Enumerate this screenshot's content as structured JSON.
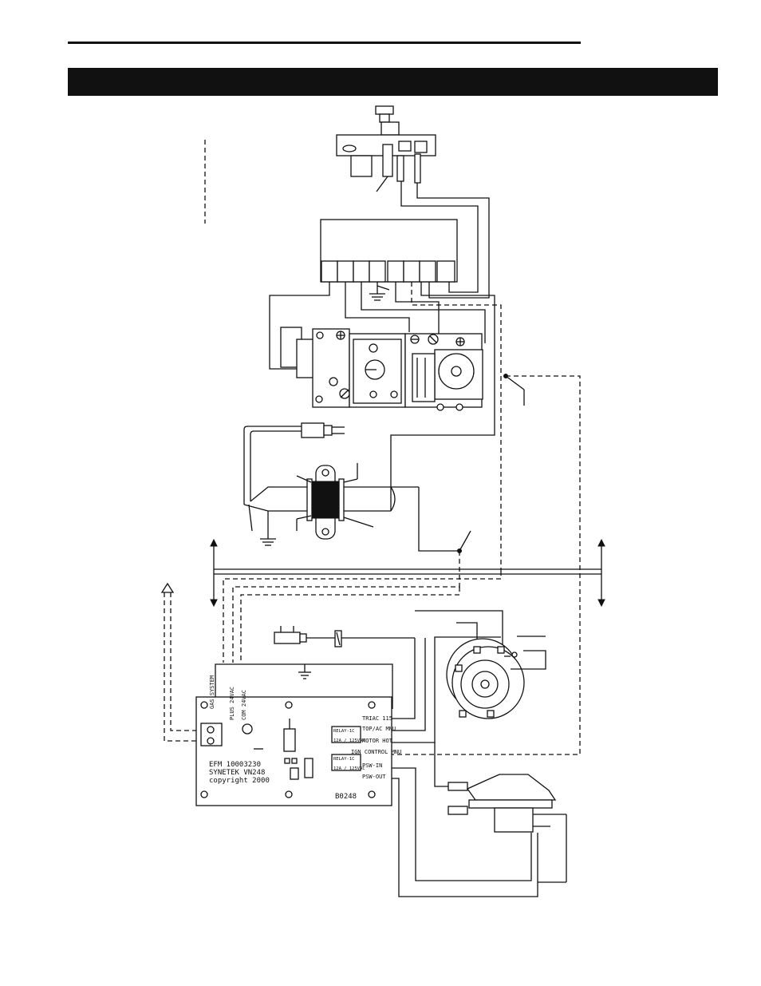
{
  "header": {
    "title": ""
  },
  "board": {
    "part_number": "EFM 10003230",
    "model": "SYNETEK VN248",
    "copyright": "copyright 2000",
    "code": "B0248",
    "relay1_label": "RELAY-1C",
    "relay1_rating": "12A / 125VAC",
    "relay2_label": "RELAY-1C",
    "relay2_rating": "12A / 125VAC",
    "terminals": [
      "TRIAC 115",
      "TOP/AC MNU",
      "MOTOR HOT",
      "IGN CONTROL MNU",
      "PSW-IN",
      "PSW-OUT"
    ],
    "top_left_labels": [
      "GAS SYSTEM",
      "PLUS 24VAC",
      "COM 24VAC"
    ]
  },
  "colors": {
    "ink": "#111111",
    "background": "#ffffff"
  }
}
